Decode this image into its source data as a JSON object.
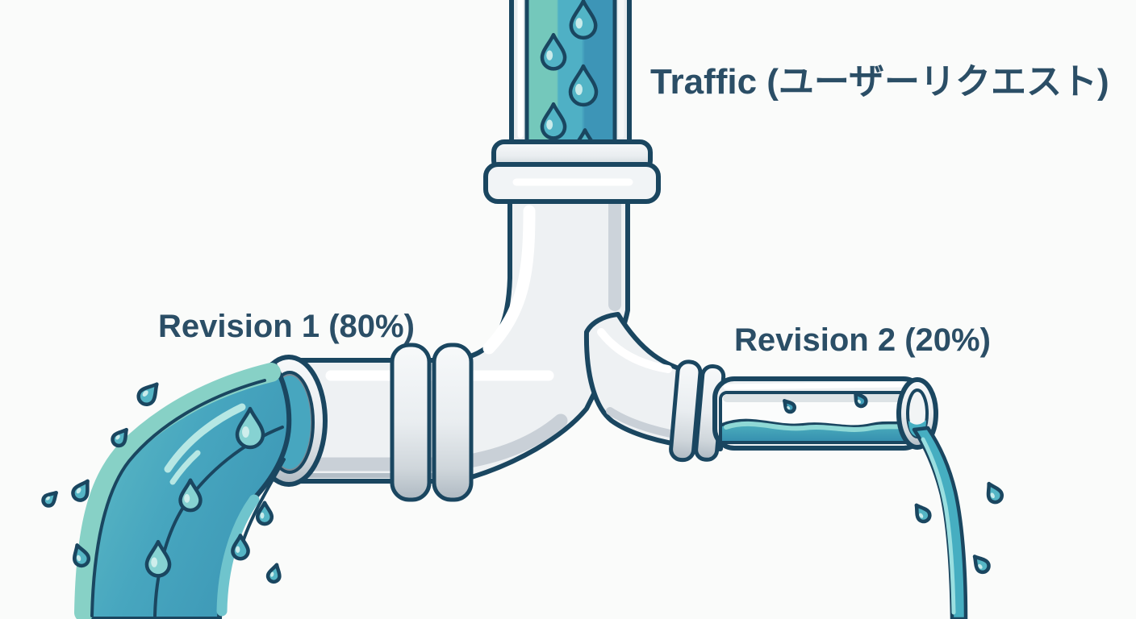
{
  "diagram": {
    "type": "pipe-traffic-split-illustration",
    "source": {
      "label": "Traffic (ユーザーリクエスト)"
    },
    "branches": [
      {
        "label": "Revision 1 (80%)",
        "name": "Revision 1",
        "share": "80%",
        "flow_depicted": "large gushing cascade of water"
      },
      {
        "label": "Revision 2 (20%)",
        "name": "Revision 2",
        "share": "20%",
        "flow_depicted": "thin trickling stream of water"
      }
    ]
  },
  "colors": {
    "background": "#fafbfa",
    "outline": "#1a4660",
    "water_mint": "#87d1c6",
    "water_mid": "#4fb0c5",
    "water_dark": "#3d98b6",
    "drop_fill": "#55b5c5",
    "drop_highlight": "#d6f1ee",
    "pipe_white": "#eef1f3",
    "pipe_shadow": "#c9d0d7",
    "metal_light": "#f7f9fa",
    "metal_dark": "#aeb9c2",
    "label_text": "#2b4e66"
  }
}
